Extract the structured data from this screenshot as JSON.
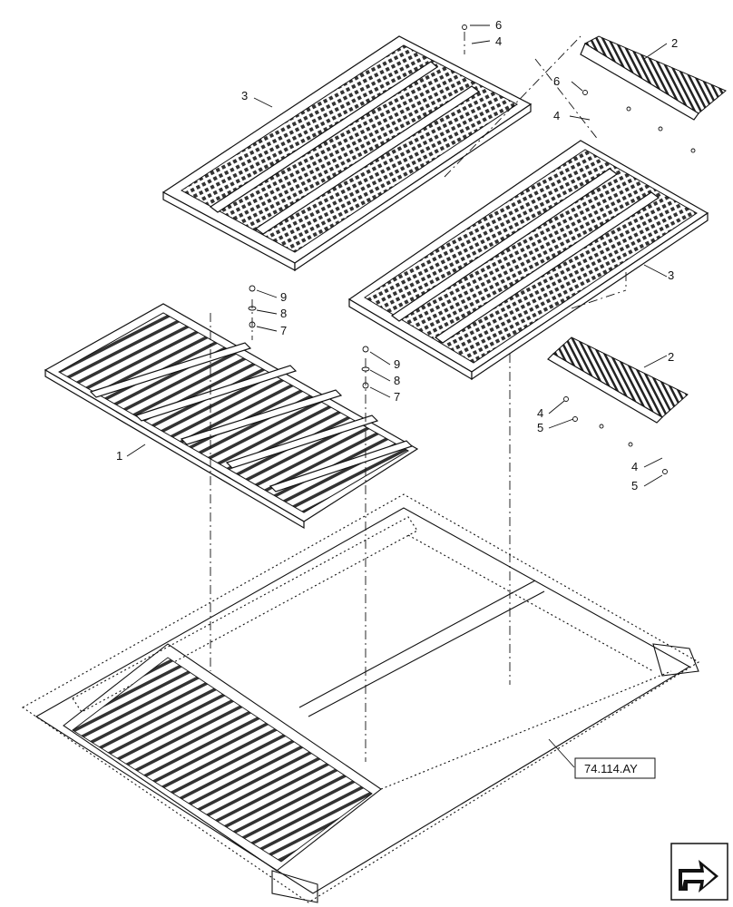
{
  "callouts": {
    "c1": "1",
    "c2a": "2",
    "c2b": "2",
    "c3a": "3",
    "c3b": "3",
    "c4a": "4",
    "c4b": "4",
    "c4c": "4",
    "c4d": "4",
    "c5a": "5",
    "c5b": "5",
    "c6a": "6",
    "c6b": "6",
    "c7a": "7",
    "c7b": "7",
    "c8a": "8",
    "c8b": "8",
    "c9a": "9",
    "c9b": "9"
  },
  "reference": {
    "label": "74.114.AY"
  },
  "nav_icon": "page-arrow-icon"
}
